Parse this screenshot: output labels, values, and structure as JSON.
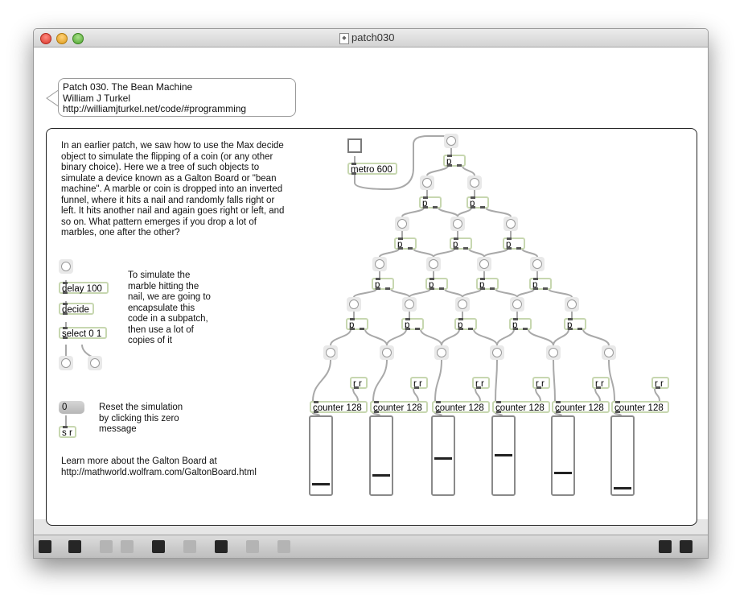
{
  "window": {
    "title": "patch030"
  },
  "comment_header": {
    "line1": "Patch 030. The Bean Machine",
    "line2": "William J Turkel",
    "line3": "http://williamjturkel.net/code/#programming"
  },
  "intro_text": "In an earlier patch, we saw how to use the Max decide\nobject to simulate the flipping of a coin (or any other\nbinary choice). Here we a tree of such objects to\nsimulate a device known as a Galton Board or \"bean\nmachine\". A marble or coin is dropped into an inverted\nfunnel, where it hits a nail and randomly falls right or\nleft. It hits another nail and again goes right or left, and\nso on. What pattern emerges if you drop a lot of\nmarbles, one after the other?",
  "subpatch_text": "To simulate the\nmarble hitting the\nnail, we are going to\nencapsulate this\ncode in a subpatch,\nthen use a lot of\ncopies of it",
  "reset_text": "Reset the simulation\nby clicking this zero\nmessage",
  "learn_more_text": "Learn more about the Galton Board at\nhttp://mathworld.wolfram.com/GaltonBoard.html",
  "objects": {
    "metro": "metro 600",
    "delay": "delay 100",
    "decide": "decide",
    "select": "select 0 1",
    "p": "p",
    "rr": "r r",
    "sr": "s r",
    "counter": "counter 128",
    "zero_msg": "0"
  },
  "counter_sliders": [
    {
      "label": "counter 128",
      "level": 0.11
    },
    {
      "label": "counter 128",
      "level": 0.24
    },
    {
      "label": "counter 128",
      "level": 0.48
    },
    {
      "label": "counter 128",
      "level": 0.52
    },
    {
      "label": "counter 128",
      "level": 0.27
    },
    {
      "label": "counter 128",
      "level": 0.06
    }
  ],
  "toolbar": {
    "icons": [
      "lock-icon",
      "presentation-icon",
      "toolbox-icon",
      "clear-icon",
      "inspector-icon",
      "info-icon",
      "connect-icon",
      "grid-icon",
      "debug-icon",
      "split-view-icon",
      "single-view-icon"
    ]
  }
}
